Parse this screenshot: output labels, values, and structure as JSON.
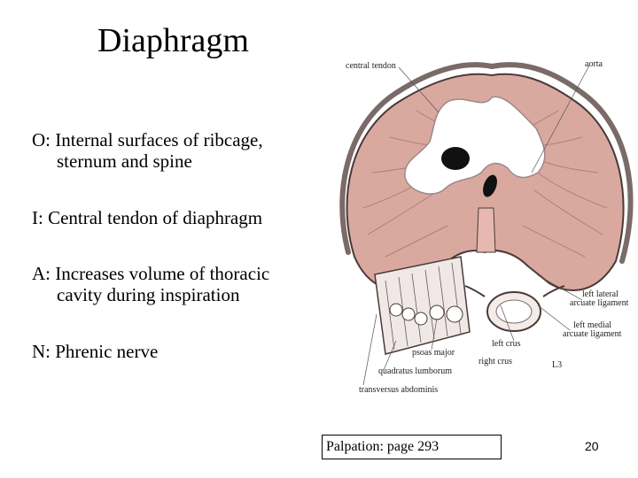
{
  "slide": {
    "title": "Diaphragm",
    "origin": {
      "line1": "O:  Internal surfaces of ribcage,",
      "line2": "sternum and spine"
    },
    "insertion": {
      "line1": "I:  Central tendon of diaphragm"
    },
    "action": {
      "line1": "A: Increases volume of thoracic",
      "line2": "cavity during inspiration"
    },
    "nerve": {
      "line1": "N:  Phrenic nerve"
    },
    "palpation": "Palpation:  page 293",
    "page_number": "20"
  },
  "figure": {
    "labels": {
      "central_tendon": "central tendon",
      "aorta": "aorta",
      "left_lateral_1": "left lateral",
      "left_lateral_2": "arcuate ligament",
      "left_medial_1": "left medial",
      "left_medial_2": "arcuate ligament",
      "left_crus": "left crus",
      "psoas_major": "psoas major",
      "right_crus": "right crus",
      "quadratus": "quadratus lumborum",
      "transversus": "transversus abdominis",
      "l3": "L3"
    },
    "colors": {
      "muscle": "#d9a9a0",
      "muscle_dark": "#b07f78",
      "tendon": "#ffffff",
      "outline": "#4a3a38"
    }
  }
}
